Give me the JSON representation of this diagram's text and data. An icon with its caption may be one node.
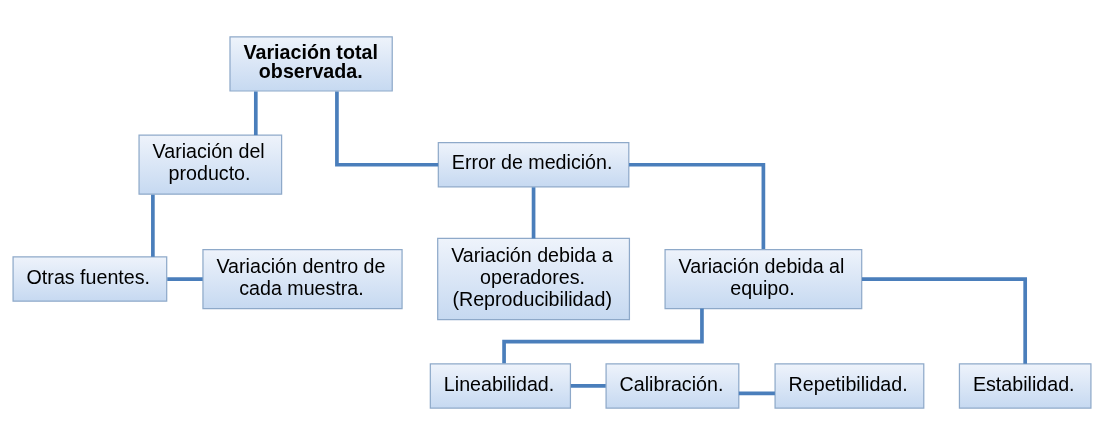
{
  "diagram": {
    "nodes": [
      {
        "text": [
          "Variación total observada."
        ]
      },
      {
        "text": [
          "Variación del producto."
        ]
      },
      {
        "text": [
          "Error de medición."
        ]
      },
      {
        "text": [
          "Otras fuentes."
        ]
      },
      {
        "text": [
          "Variación dentro de cada muestra."
        ]
      },
      {
        "text": [
          "Variación debida a operadores. (Reproducibilidad)"
        ]
      },
      {
        "text": [
          "Variación debida al equipo."
        ]
      },
      {
        "text": [
          "Repetibilidad."
        ]
      },
      {
        "text": [
          "Calibración."
        ]
      },
      {
        "text": [
          "Lineabilidad."
        ]
      },
      {
        "text": [
          "Estabilidad."
        ]
      }
    ],
    "edges": [
      {
        "from": 0,
        "to": 1,
        "arrow": "none"
      },
      {
        "from": 0,
        "to": 2,
        "arrow": "none"
      },
      {
        "from": 1,
        "to": 3,
        "arrow": "none"
      },
      {
        "from": 3,
        "to": 4,
        "arrow": "none"
      },
      {
        "from": 2,
        "to": 5,
        "arrow": "none"
      },
      {
        "from": 2,
        "to": 6,
        "arrow": "none"
      },
      {
        "from": 6,
        "to": 9,
        "arrow": "none"
      },
      {
        "from": 6,
        "to": 10,
        "arrow": "none"
      },
      {
        "from": 9,
        "to": 8,
        "arrow": "none"
      },
      {
        "from": 8,
        "to": 7,
        "arrow": "none"
      }
    ]
  }
}
